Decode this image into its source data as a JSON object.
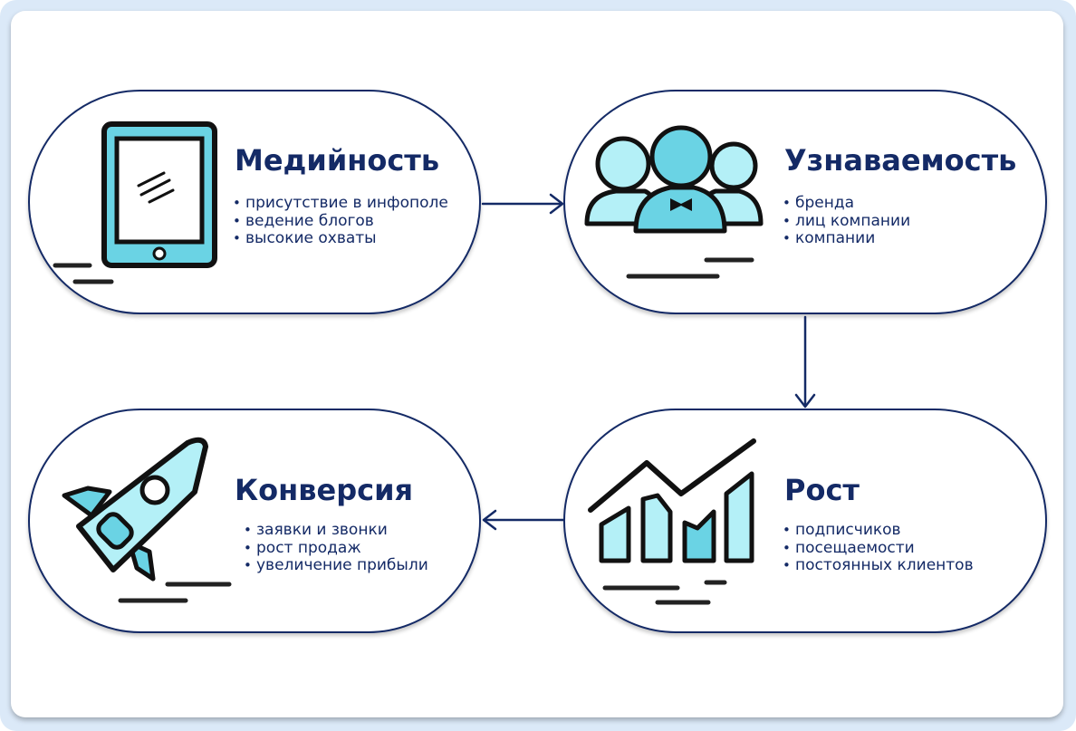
{
  "colors": {
    "navy": "#142a66",
    "cyan": "#6ad3e4",
    "light_cyan": "#b4f0f7",
    "outline": "#111111"
  },
  "stages": [
    {
      "title": "Медийность",
      "icon": "tablet-icon",
      "items": [
        "присутствие в инфополе",
        "ведение блогов",
        "высокие охваты"
      ]
    },
    {
      "title": "Узнаваемость",
      "icon": "people-group-icon",
      "items": [
        "бренда",
        "лиц компании",
        "компании"
      ]
    },
    {
      "title": "Рост",
      "icon": "growth-chart-icon",
      "items": [
        "подписчиков",
        "посещаемости",
        "постоянных клиентов"
      ]
    },
    {
      "title": "Конверсия",
      "icon": "rocket-icon",
      "items": [
        "заявки и звонки",
        "рост продаж",
        "увеличение прибыли"
      ]
    }
  ]
}
